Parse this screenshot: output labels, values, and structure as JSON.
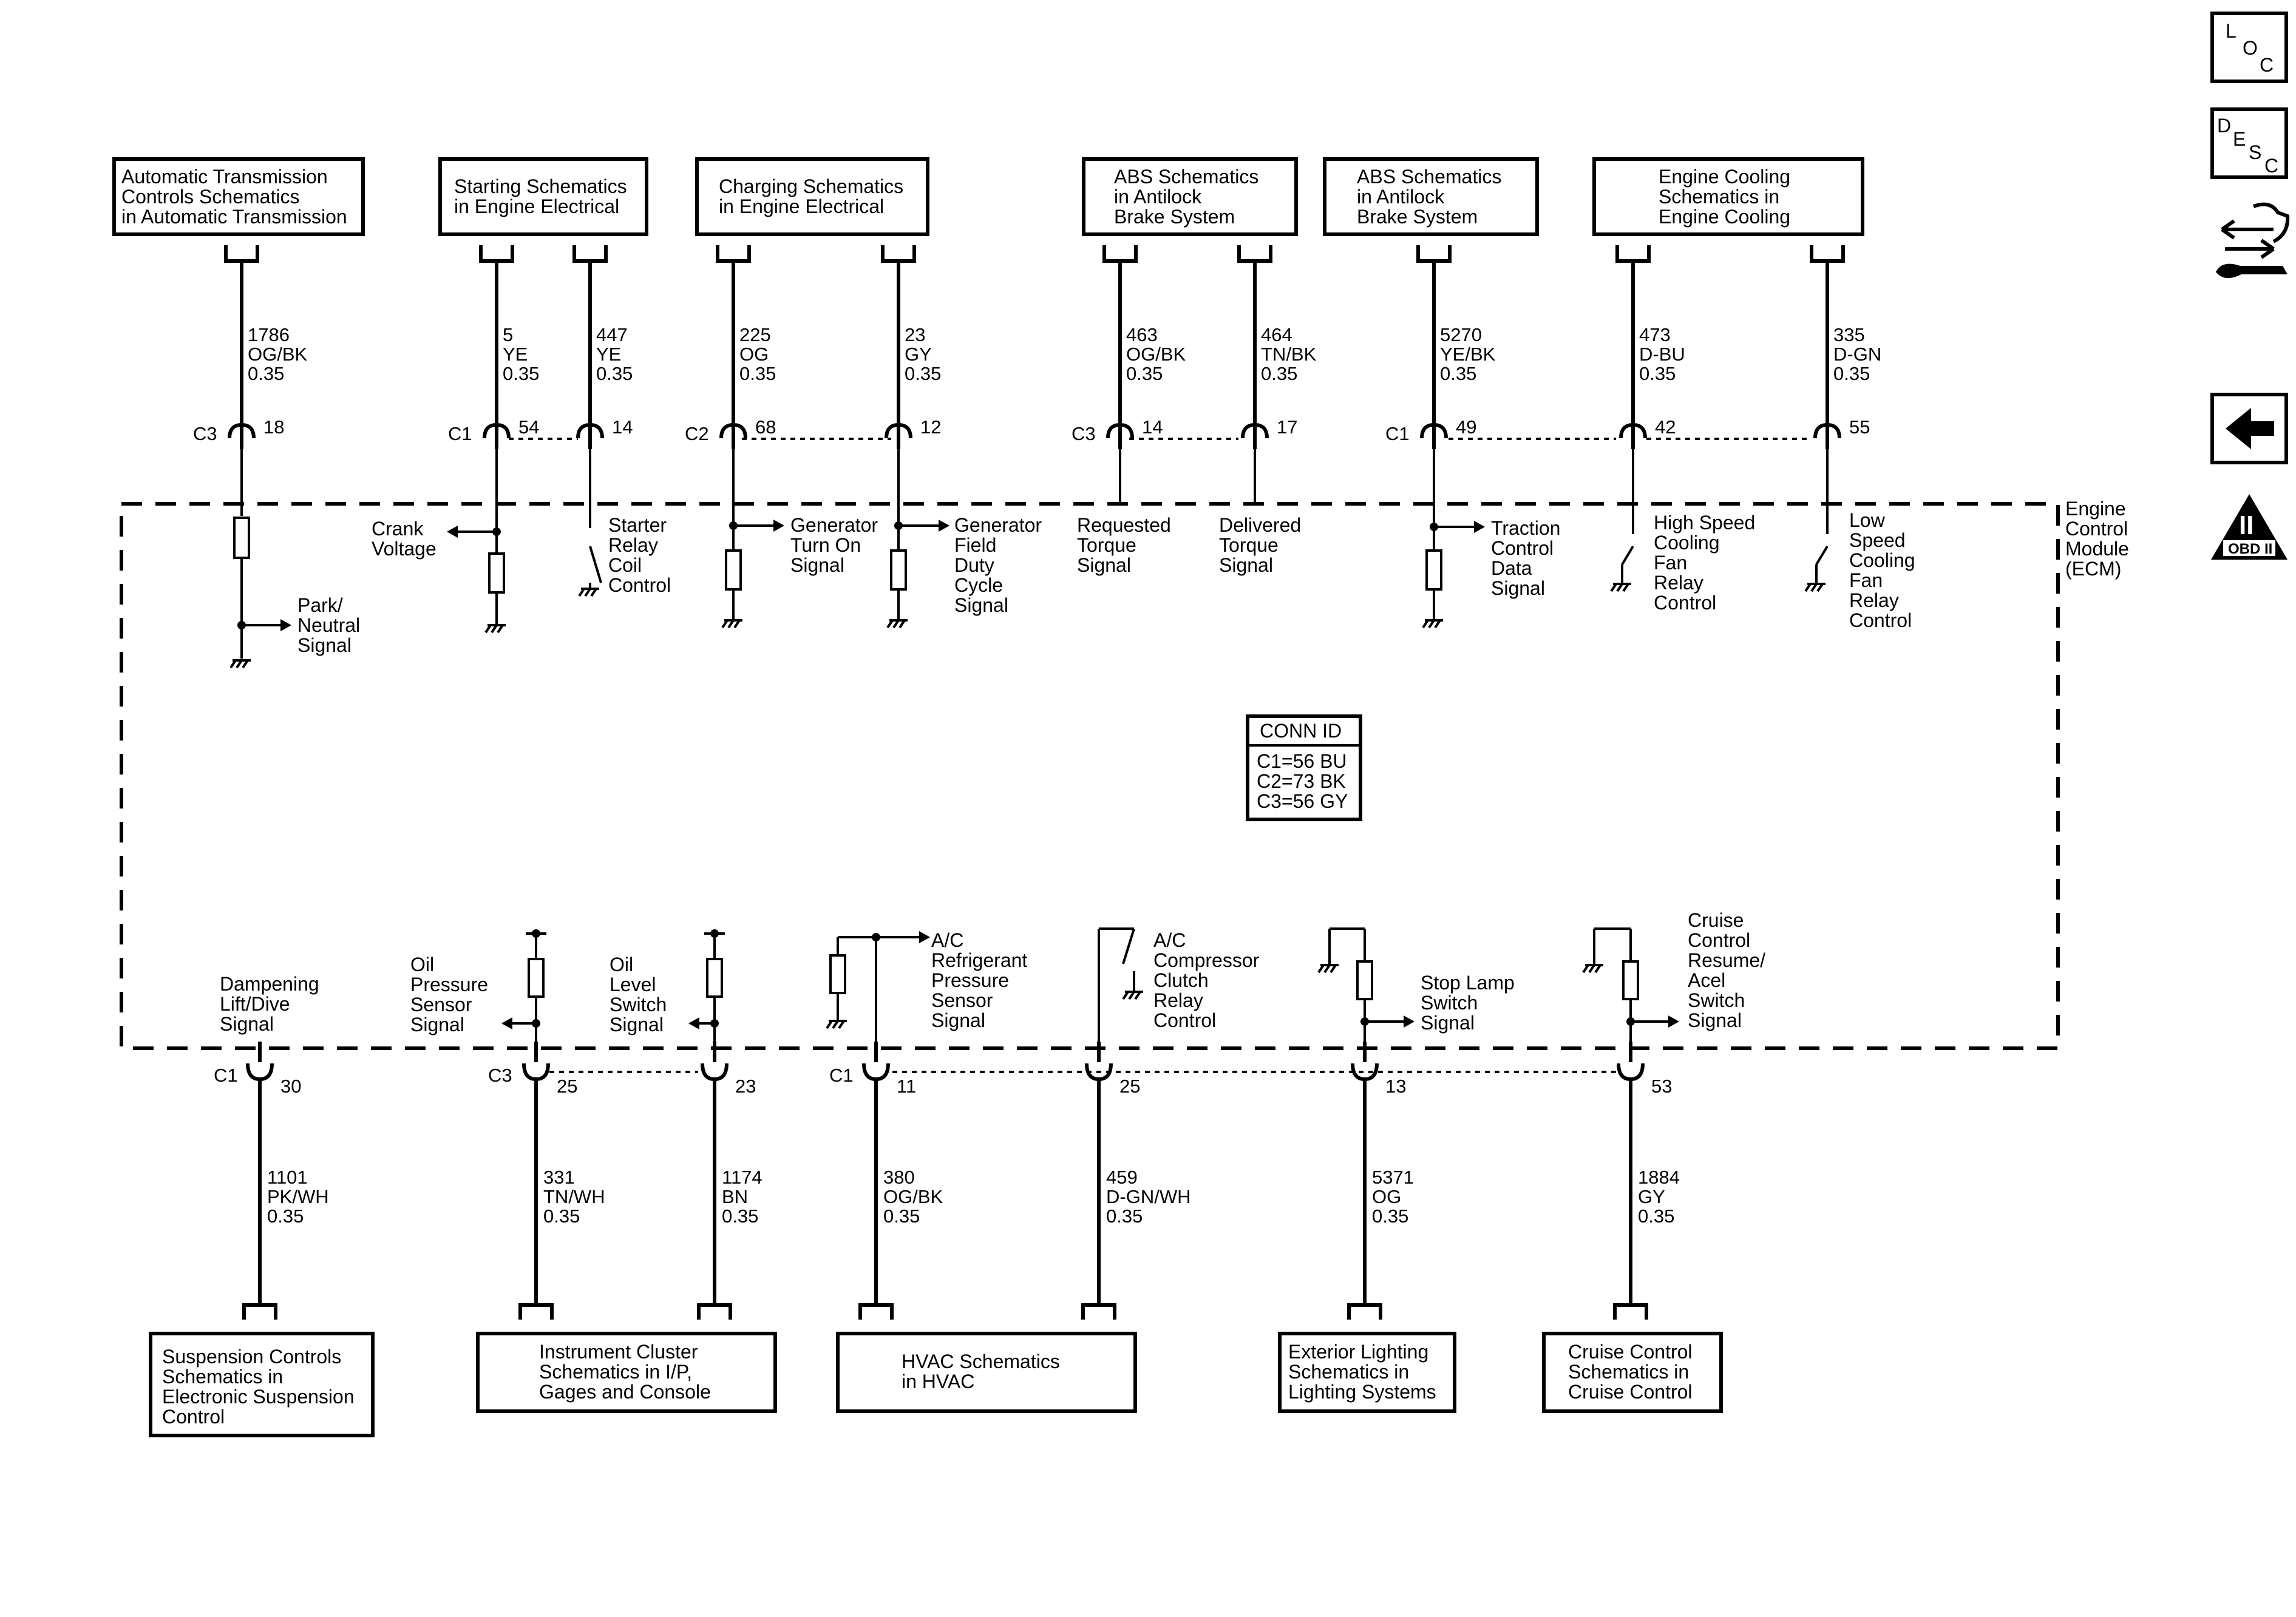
{
  "top_refs": [
    {
      "id": "ref-at",
      "lines": [
        "Automatic Transmission",
        "Controls Schematics",
        "in Automatic Transmission"
      ]
    },
    {
      "id": "ref-start",
      "lines": [
        "Starting Schematics",
        "in Engine Electrical"
      ]
    },
    {
      "id": "ref-charge",
      "lines": [
        "Charging Schematics",
        "in Engine Electrical"
      ]
    },
    {
      "id": "ref-abs1",
      "lines": [
        "ABS Schematics",
        "in Antilock",
        "Brake System"
      ]
    },
    {
      "id": "ref-abs2",
      "lines": [
        "ABS Schematics",
        "in Antilock",
        "Brake System"
      ]
    },
    {
      "id": "ref-cool",
      "lines": [
        "Engine Cooling",
        "Schematics in",
        "Engine Cooling"
      ]
    }
  ],
  "bottom_refs": [
    {
      "id": "ref-susp",
      "lines": [
        "Suspension Controls",
        "Schematics in",
        "Electronic Suspension",
        "Control"
      ]
    },
    {
      "id": "ref-ic",
      "lines": [
        "Instrument Cluster",
        "Schematics in I/P,",
        "Gages and Console"
      ]
    },
    {
      "id": "ref-hvac",
      "lines": [
        "HVAC Schematics",
        "in HVAC"
      ]
    },
    {
      "id": "ref-ext",
      "lines": [
        "Exterior Lighting",
        "Schematics in",
        "Lighting Systems"
      ]
    },
    {
      "id": "ref-cruise",
      "lines": [
        "Cruise Control",
        "Schematics in",
        "Cruise Control"
      ]
    }
  ],
  "top_wires": [
    {
      "circuit": "1786",
      "color": "OG/BK",
      "gauge": "0.35",
      "connector": "C3",
      "pin": "18"
    },
    {
      "circuit": "5",
      "color": "YE",
      "gauge": "0.35",
      "connector": "C1",
      "pin": "54"
    },
    {
      "circuit": "447",
      "color": "YE",
      "gauge": "0.35",
      "connector": "",
      "pin": "14"
    },
    {
      "circuit": "225",
      "color": "OG",
      "gauge": "0.35",
      "connector": "C2",
      "pin": "68"
    },
    {
      "circuit": "23",
      "color": "GY",
      "gauge": "0.35",
      "connector": "",
      "pin": "12"
    },
    {
      "circuit": "463",
      "color": "OG/BK",
      "gauge": "0.35",
      "connector": "C3",
      "pin": "14"
    },
    {
      "circuit": "464",
      "color": "TN/BK",
      "gauge": "0.35",
      "connector": "",
      "pin": "17"
    },
    {
      "circuit": "5270",
      "color": "YE/BK",
      "gauge": "0.35",
      "connector": "C1",
      "pin": "49"
    },
    {
      "circuit": "473",
      "color": "D-BU",
      "gauge": "0.35",
      "connector": "",
      "pin": "42"
    },
    {
      "circuit": "335",
      "color": "D-GN",
      "gauge": "0.35",
      "connector": "",
      "pin": "55"
    }
  ],
  "bottom_wires": [
    {
      "circuit": "1101",
      "color": "PK/WH",
      "gauge": "0.35",
      "connector": "C1",
      "pin": "30"
    },
    {
      "circuit": "331",
      "color": "TN/WH",
      "gauge": "0.35",
      "connector": "C3",
      "pin": "25"
    },
    {
      "circuit": "1174",
      "color": "BN",
      "gauge": "0.35",
      "connector": "",
      "pin": "23"
    },
    {
      "circuit": "380",
      "color": "OG/BK",
      "gauge": "0.35",
      "connector": "C1",
      "pin": "11"
    },
    {
      "circuit": "459",
      "color": "D-GN/WH",
      "gauge": "0.35",
      "connector": "",
      "pin": "25"
    },
    {
      "circuit": "5371",
      "color": "OG",
      "gauge": "0.35",
      "connector": "",
      "pin": "13"
    },
    {
      "circuit": "1884",
      "color": "GY",
      "gauge": "0.35",
      "connector": "",
      "pin": "53"
    }
  ],
  "signals": {
    "park_neutral": [
      "Park/",
      "Neutral",
      "Signal"
    ],
    "crank": [
      "Crank",
      "Voltage"
    ],
    "starter": [
      "Starter",
      "Relay",
      "Coil",
      "Control"
    ],
    "gen_on": [
      "Generator",
      "Turn On",
      "Signal"
    ],
    "gen_field": [
      "Generator",
      "Field",
      "Duty",
      "Cycle",
      "Signal"
    ],
    "req_torque": [
      "Requested",
      "Torque",
      "Signal"
    ],
    "del_torque": [
      "Delivered",
      "Torque",
      "Signal"
    ],
    "traction": [
      "Traction",
      "Control",
      "Data",
      "Signal"
    ],
    "high_fan": [
      "High Speed",
      "Cooling",
      "Fan",
      "Relay",
      "Control"
    ],
    "low_fan": [
      "Low",
      "Speed",
      "Cooling",
      "Fan",
      "Relay",
      "Control"
    ],
    "damp": [
      "Dampening",
      "Lift/Dive",
      "Signal"
    ],
    "oil_press": [
      "Oil",
      "Pressure",
      "Sensor",
      "Signal"
    ],
    "oil_level": [
      "Oil",
      "Level",
      "Switch",
      "Signal"
    ],
    "ac_press": [
      "A/C",
      "Refrigerant",
      "Pressure",
      "Sensor",
      "Signal"
    ],
    "ac_clutch": [
      "A/C",
      "Compressor",
      "Clutch",
      "Relay",
      "Control"
    ],
    "stop_lamp": [
      "Stop Lamp",
      "Switch",
      "Signal"
    ],
    "cruise_sw": [
      "Cruise",
      "Control",
      "Resume/",
      "Acel",
      "Switch",
      "Signal"
    ]
  },
  "module": [
    "Engine",
    "Control",
    "Module",
    "(ECM)"
  ],
  "conn_id": {
    "title": "CONN ID",
    "rows": [
      "C1=56 BU",
      "C2=73 BK",
      "C3=56 GY"
    ]
  },
  "nav": {
    "loc": [
      "L",
      "O",
      "C"
    ],
    "desc": [
      "D",
      "E",
      "S",
      "C"
    ],
    "obd_numeral": "II",
    "obd_label": "OBD II",
    "icons": [
      "location-icon",
      "description-icon",
      "connector-tool-icon",
      "back-arrow-icon",
      "obd-ii-icon"
    ]
  }
}
